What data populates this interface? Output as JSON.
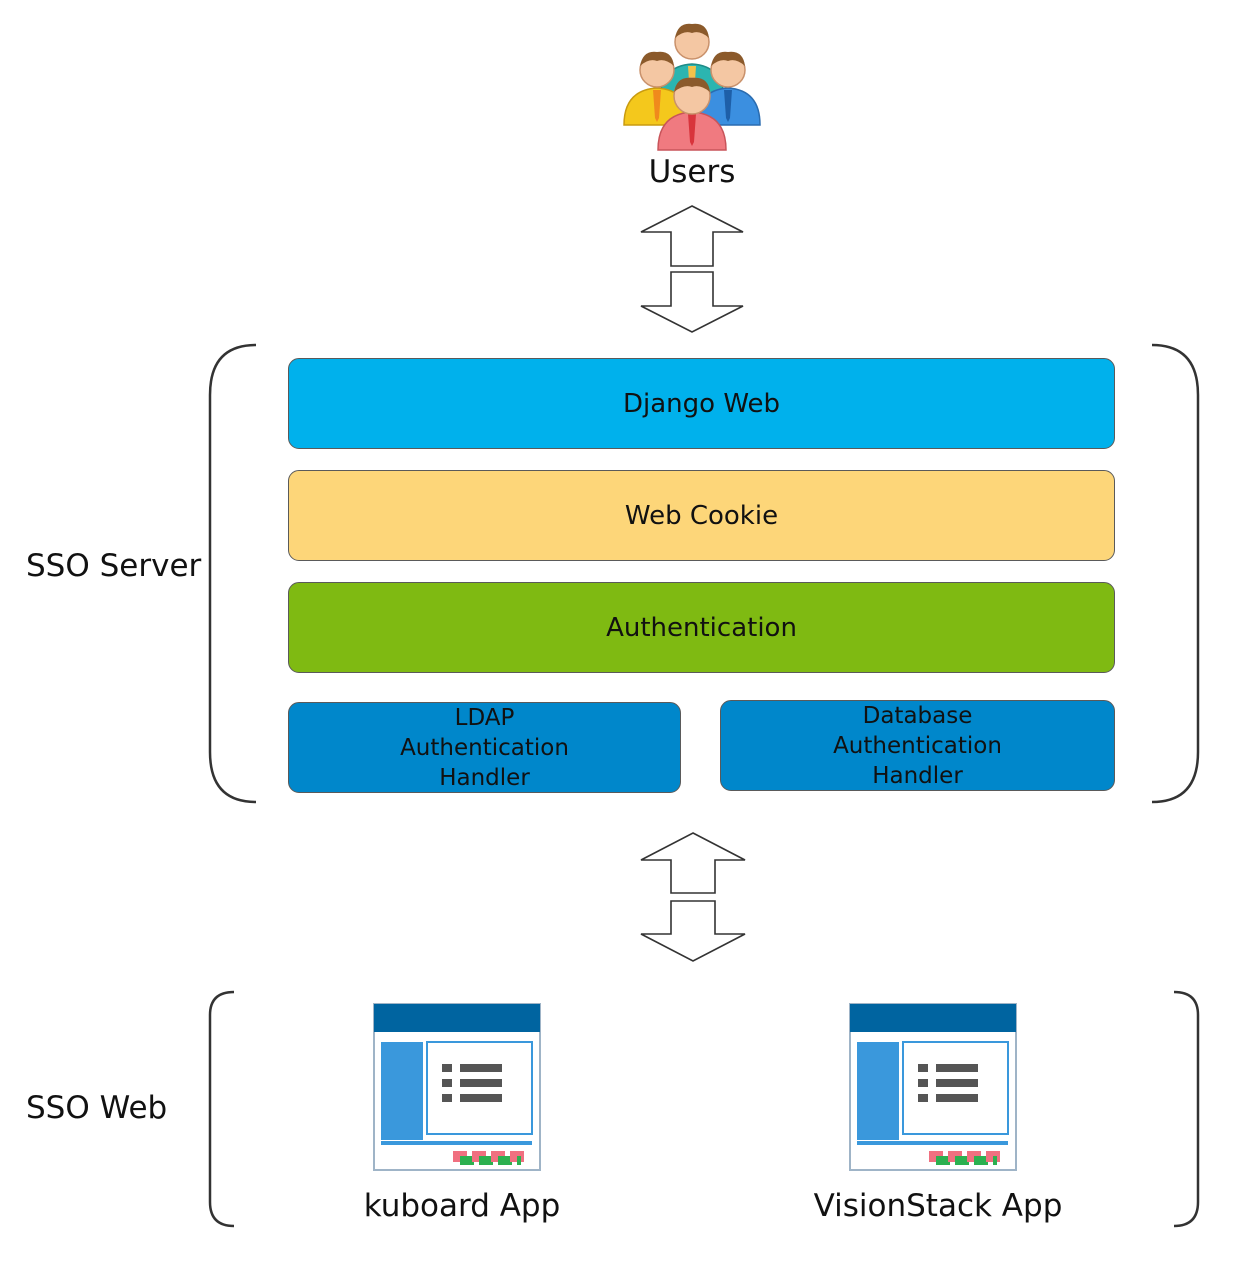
{
  "users": {
    "label": "Users",
    "icon": "users-group-icon"
  },
  "sso_server": {
    "label": "SSO Server",
    "layers": {
      "django_web": {
        "label": "Django Web",
        "color": "#00B1EC"
      },
      "web_cookie": {
        "label": "Web Cookie",
        "color": "#FDD679"
      },
      "authentication": {
        "label": "Authentication",
        "color": "#7FBA12"
      }
    },
    "handlers": {
      "ldap": {
        "line1": "LDAP",
        "line2": "Authentication",
        "line3": "Handler",
        "color": "#0087CB"
      },
      "database": {
        "line1": "Database",
        "line2": "Authentication",
        "line3": "Handler",
        "color": "#0087CB"
      }
    }
  },
  "sso_web": {
    "label": "SSO Web",
    "apps": [
      {
        "label": "kuboard App",
        "icon": "web-app-window-icon"
      },
      {
        "label": "VisionStack App",
        "icon": "web-app-window-icon"
      }
    ]
  }
}
